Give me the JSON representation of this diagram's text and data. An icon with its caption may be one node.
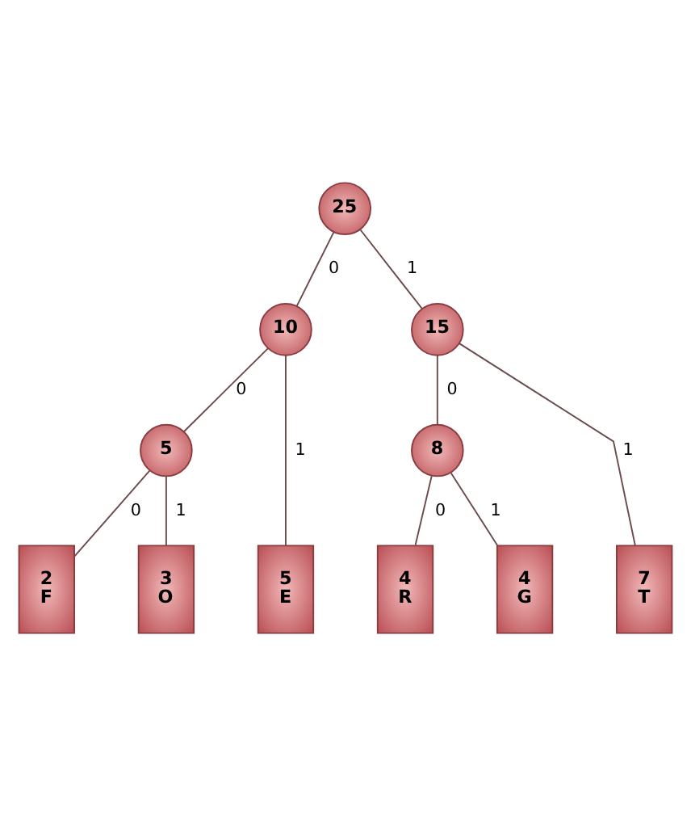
{
  "diagram": {
    "nodes": [
      {
        "text": [
          "25"
        ]
      },
      {
        "text": [
          "10"
        ]
      },
      {
        "text": [
          "15"
        ]
      },
      {
        "text": [
          "5"
        ]
      },
      {
        "text": [
          "8"
        ]
      },
      {
        "text": [
          "2",
          "F"
        ]
      },
      {
        "text": [
          "3",
          "O"
        ]
      },
      {
        "text": [
          "5",
          "E"
        ]
      },
      {
        "text": [
          "4",
          "R"
        ]
      },
      {
        "text": [
          "4",
          "G"
        ]
      },
      {
        "text": [
          "7",
          "T"
        ]
      }
    ],
    "edges": [
      {
        "from": 0,
        "to": 1,
        "arrow": "none",
        "label": "0"
      },
      {
        "from": 0,
        "to": 2,
        "arrow": "none",
        "label": "1"
      },
      {
        "from": 1,
        "to": 3,
        "arrow": "none",
        "label": "0"
      },
      {
        "from": 1,
        "to": 7,
        "arrow": "none",
        "label": "1"
      },
      {
        "from": 2,
        "to": 4,
        "arrow": "none",
        "label": "0"
      },
      {
        "from": 2,
        "to": 10,
        "arrow": "none",
        "label": "1"
      },
      {
        "from": 3,
        "to": 5,
        "arrow": "none",
        "label": "0"
      },
      {
        "from": 3,
        "to": 6,
        "arrow": "none",
        "label": "1"
      },
      {
        "from": 4,
        "to": 8,
        "arrow": "none",
        "label": "0"
      },
      {
        "from": 4,
        "to": 9,
        "arrow": "none",
        "label": "1"
      }
    ]
  }
}
